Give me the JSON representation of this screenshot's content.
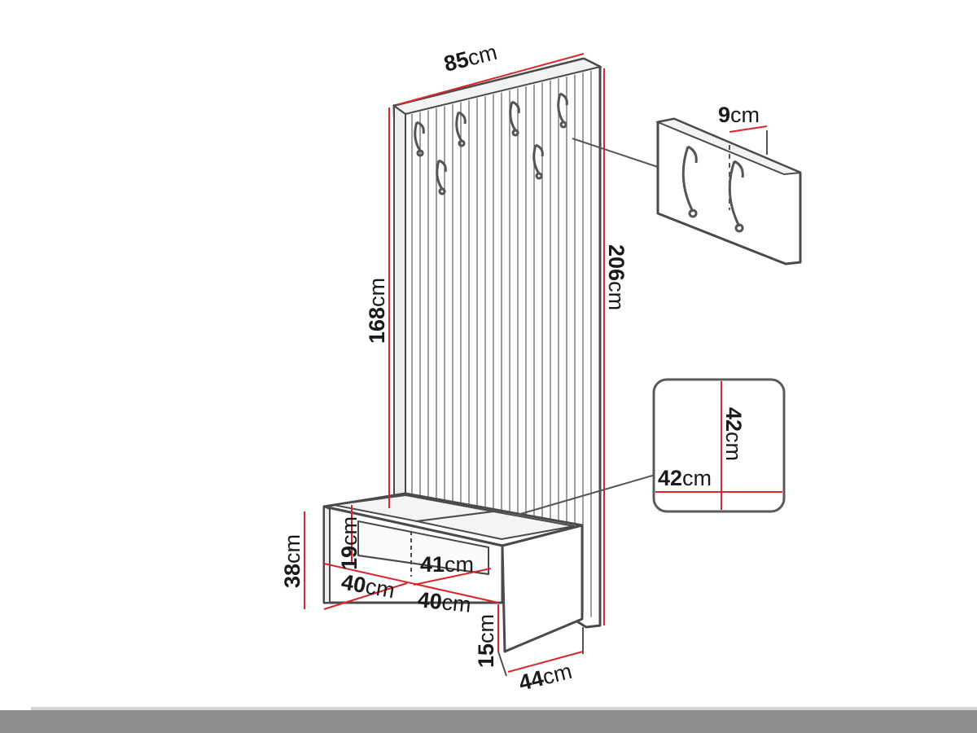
{
  "dimensions": {
    "panel_width": {
      "value": "85",
      "unit": "cm"
    },
    "panel_height": {
      "value": "206",
      "unit": "cm"
    },
    "hook_zone_height": {
      "value": "168",
      "unit": "cm"
    },
    "hook_spacing": {
      "value": "9",
      "unit": "cm"
    },
    "cushion_height": {
      "value": "42",
      "unit": "cm"
    },
    "cushion_width": {
      "value": "42",
      "unit": "cm"
    },
    "bench_height": {
      "value": "38",
      "unit": "cm"
    },
    "shelf_height": {
      "value": "19",
      "unit": "cm"
    },
    "compartment_width": {
      "value": "41",
      "unit": "cm"
    },
    "depth_left": {
      "value": "40",
      "unit": "cm"
    },
    "depth_middle": {
      "value": "40",
      "unit": "cm"
    },
    "leg_height": {
      "value": "15",
      "unit": "cm"
    },
    "bench_depth": {
      "value": "44",
      "unit": "cm"
    }
  },
  "colors": {
    "measure_line": "#d9262b",
    "outline": "#4a4a4a",
    "bottom_bar": "#8e8e8e"
  }
}
